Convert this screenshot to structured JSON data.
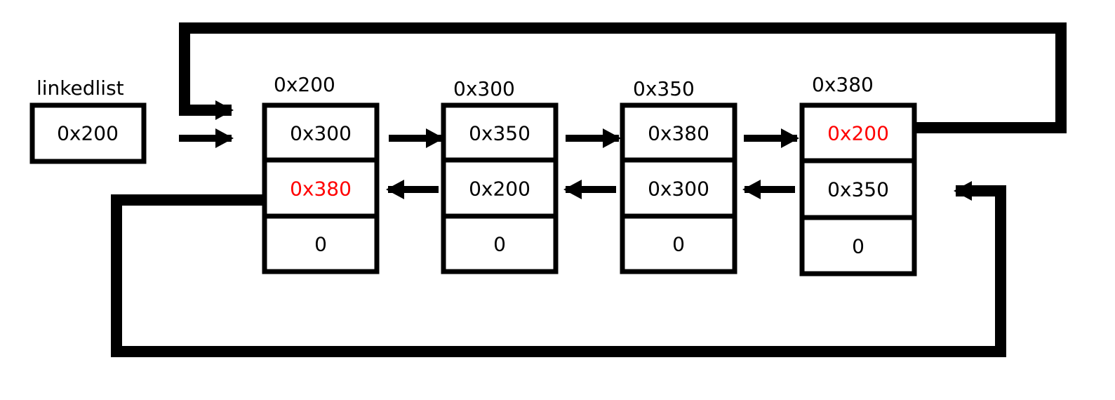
{
  "pointer_variable": {
    "name": "linkedlist",
    "value": "0x200"
  },
  "nodes": [
    {
      "address": "0x200",
      "next": "0x300",
      "prev": "0x380",
      "data": "0"
    },
    {
      "address": "0x300",
      "next": "0x350",
      "prev": "0x200",
      "data": "0"
    },
    {
      "address": "0x350",
      "next": "0x380",
      "prev": "0x300",
      "data": "0"
    },
    {
      "address": "0x380",
      "next": "0x200",
      "prev": "0x350",
      "data": "0"
    }
  ],
  "colors": {
    "line": "#000000",
    "text": "#000000",
    "highlight": "#ff0000"
  },
  "highlighted_cells": [
    "nodes.0.prev",
    "nodes.3.next"
  ]
}
